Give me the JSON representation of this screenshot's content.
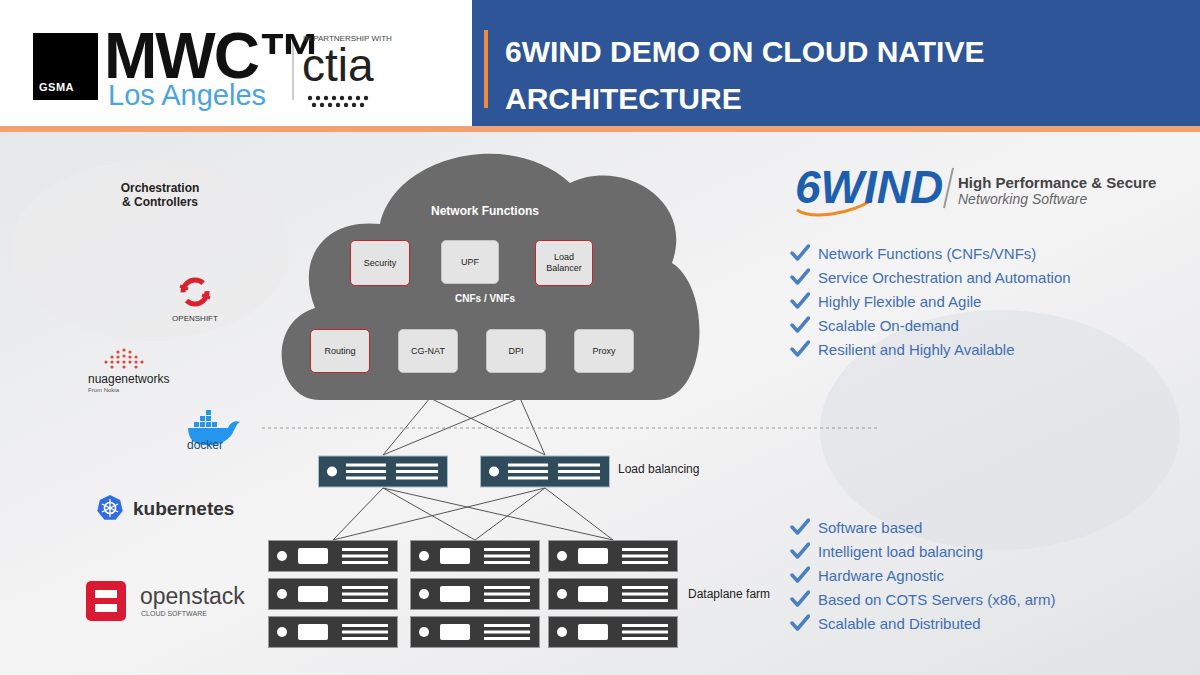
{
  "diagram": {
    "title": "6WIND DEMO ON CLOUD NATIVE ARCHITECTURE",
    "nodes": [
      {
        "text": [
          "GSMA"
        ]
      },
      {
        "text": [
          "Network Functions",
          "CNFs / VNFs"
        ]
      },
      {
        "text": [
          "Security"
        ],
        "in": 1
      },
      {
        "text": [
          "UPF"
        ],
        "in": 1
      },
      {
        "text": [
          "Load Balancer"
        ],
        "in": 1
      },
      {
        "text": [
          "Routing"
        ],
        "in": 1
      },
      {
        "text": [
          "CG-NAT"
        ],
        "in": 1
      },
      {
        "text": [
          "DPI"
        ],
        "in": 1
      },
      {
        "text": [
          "Proxy"
        ],
        "in": 1
      }
    ],
    "labels": [
      "MWC™",
      "Los Angeles",
      "IN PARTNERSHIP WITH",
      "ctia",
      "Orchestration & Controllers",
      "OPENSHIFT",
      "nuagenetworks",
      "From Nokia",
      "docker",
      "kubernetes",
      "openstack",
      "CLOUD SOFTWARE",
      "Load balancing",
      "Dataplane farm",
      "6WIND",
      "High Performance & Secure",
      "Networking Software",
      "Network Functions (CNFs/VNFs)",
      "Service Orchestration and Automation",
      "Highly Flexible and Agile",
      "Scalable On-demand",
      "Resilient and Highly Available",
      "Software based",
      "Intelligent load balancing",
      "Hardware Agnostic",
      "Based on COTS Servers (x86, arm)",
      "Scalable and Distributed"
    ]
  }
}
